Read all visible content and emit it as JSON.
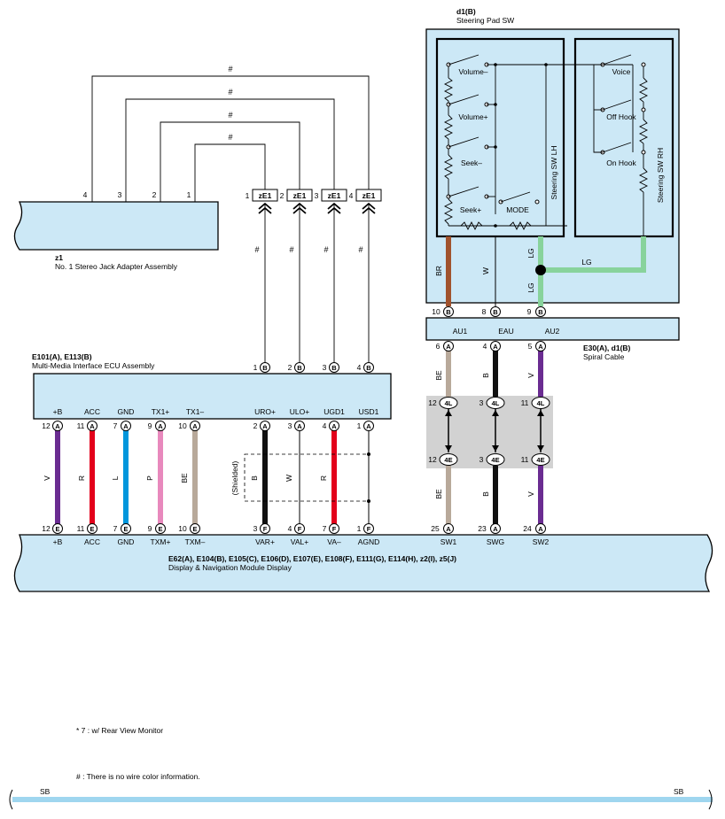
{
  "stereo_jack": {
    "code": "z1",
    "name": "No. 1 Stereo Jack Adapter Assembly",
    "pins": [
      "4",
      "3",
      "2",
      "1"
    ],
    "no_info_mark": "#",
    "connector_label": "zE1",
    "conn_pins": [
      "1",
      "2",
      "3",
      "4"
    ]
  },
  "ecu": {
    "codes": "E101(A), E113(B)",
    "name": "Multi-Media Interface ECU Assembly",
    "top_pins": [
      {
        "num": "1",
        "conn": "B"
      },
      {
        "num": "2",
        "conn": "B"
      },
      {
        "num": "3",
        "conn": "B"
      },
      {
        "num": "4",
        "conn": "B"
      }
    ],
    "bottom_terms": [
      {
        "label": "+B",
        "num": "12",
        "conn": "A"
      },
      {
        "label": "ACC",
        "num": "11",
        "conn": "A"
      },
      {
        "label": "GND",
        "num": "7",
        "conn": "A"
      },
      {
        "label": "TX1+",
        "num": "9",
        "conn": "A"
      },
      {
        "label": "TX1–",
        "num": "10",
        "conn": "A"
      },
      {
        "label": "URO+",
        "num": "2",
        "conn": "A"
      },
      {
        "label": "ULO+",
        "num": "3",
        "conn": "A"
      },
      {
        "label": "UGD1",
        "num": "4",
        "conn": "A"
      },
      {
        "label": "USD1",
        "num": "1",
        "conn": "A"
      }
    ]
  },
  "wire_colors": [
    "V",
    "R",
    "L",
    "P",
    "BE",
    "B",
    "W",
    "R"
  ],
  "shielded_label": "(Shielded)",
  "display": {
    "codes": "E62(A), E104(B), E105(C), E106(D), E107(E), E108(F), E111(G), E114(H), z2(I), z5(J)",
    "name": "Display & Navigation Module Display",
    "terms": [
      {
        "label": "+B",
        "num": "12",
        "conn": "E"
      },
      {
        "label": "ACC",
        "num": "11",
        "conn": "E"
      },
      {
        "label": "GND",
        "num": "7",
        "conn": "E"
      },
      {
        "label": "TXM+",
        "num": "9",
        "conn": "E"
      },
      {
        "label": "TXM–",
        "num": "10",
        "conn": "E"
      },
      {
        "label": "VAR+",
        "num": "3",
        "conn": "F"
      },
      {
        "label": "VAL+",
        "num": "4",
        "conn": "F"
      },
      {
        "label": "VA–",
        "num": "7",
        "conn": "F"
      },
      {
        "label": "AGND",
        "num": "1",
        "conn": "F"
      },
      {
        "label": "SW1",
        "num": "25",
        "conn": "A"
      },
      {
        "label": "SWG",
        "num": "23",
        "conn": "A"
      },
      {
        "label": "SW2",
        "num": "24",
        "conn": "A"
      }
    ]
  },
  "steering_pad": {
    "code": "d1(B)",
    "name": "Steering Pad SW",
    "lh_label": "Steering SW LH",
    "rh_label": "Steering SW RH",
    "lh_switches": [
      "Volume–",
      "Volume+",
      "Seek–",
      "Seek+",
      "MODE"
    ],
    "rh_switches": [
      "Voice",
      "Off Hook",
      "On Hook"
    ],
    "wire_labels": [
      "BR",
      "W",
      "LG",
      "LG",
      "LG"
    ],
    "pins": [
      {
        "num": "10",
        "conn": "B"
      },
      {
        "num": "8",
        "conn": "B"
      },
      {
        "num": "9",
        "conn": "B"
      }
    ]
  },
  "spiral_cable": {
    "code": "E30(A), d1(B)",
    "name": "Spiral Cable",
    "terms": [
      "AU1",
      "EAU",
      "AU2"
    ],
    "lower_pins": [
      {
        "num": "6",
        "conn": "A"
      },
      {
        "num": "4",
        "conn": "A"
      },
      {
        "num": "5",
        "conn": "A"
      }
    ],
    "wire_colors": [
      "BE",
      "B",
      "V",
      "BE",
      "B",
      "V"
    ],
    "junction_top": [
      {
        "num": "12",
        "conn": "4L"
      },
      {
        "num": "3",
        "conn": "4L"
      },
      {
        "num": "11",
        "conn": "4L"
      }
    ],
    "junction_bottom": [
      {
        "num": "12",
        "conn": "4E"
      },
      {
        "num": "3",
        "conn": "4E"
      },
      {
        "num": "11",
        "conn": "4E"
      }
    ]
  },
  "notes": {
    "note1": "* 7 : w/ Rear View Monitor",
    "note2": "# : There is no wire color information."
  },
  "ground_bus": {
    "left": "SB",
    "right": "SB"
  },
  "colors": {
    "box_fill": "#cce8f6",
    "violet": "#6a2c91",
    "red": "#e3001b",
    "blue": "#0096dc",
    "pink": "#e889bd",
    "beige": "#b8a99a",
    "black": "#111111",
    "brown": "#a0522d",
    "light_green": "#88d39c",
    "bus": "#9fd6ef",
    "junction_gray": "#d2d2d2"
  }
}
